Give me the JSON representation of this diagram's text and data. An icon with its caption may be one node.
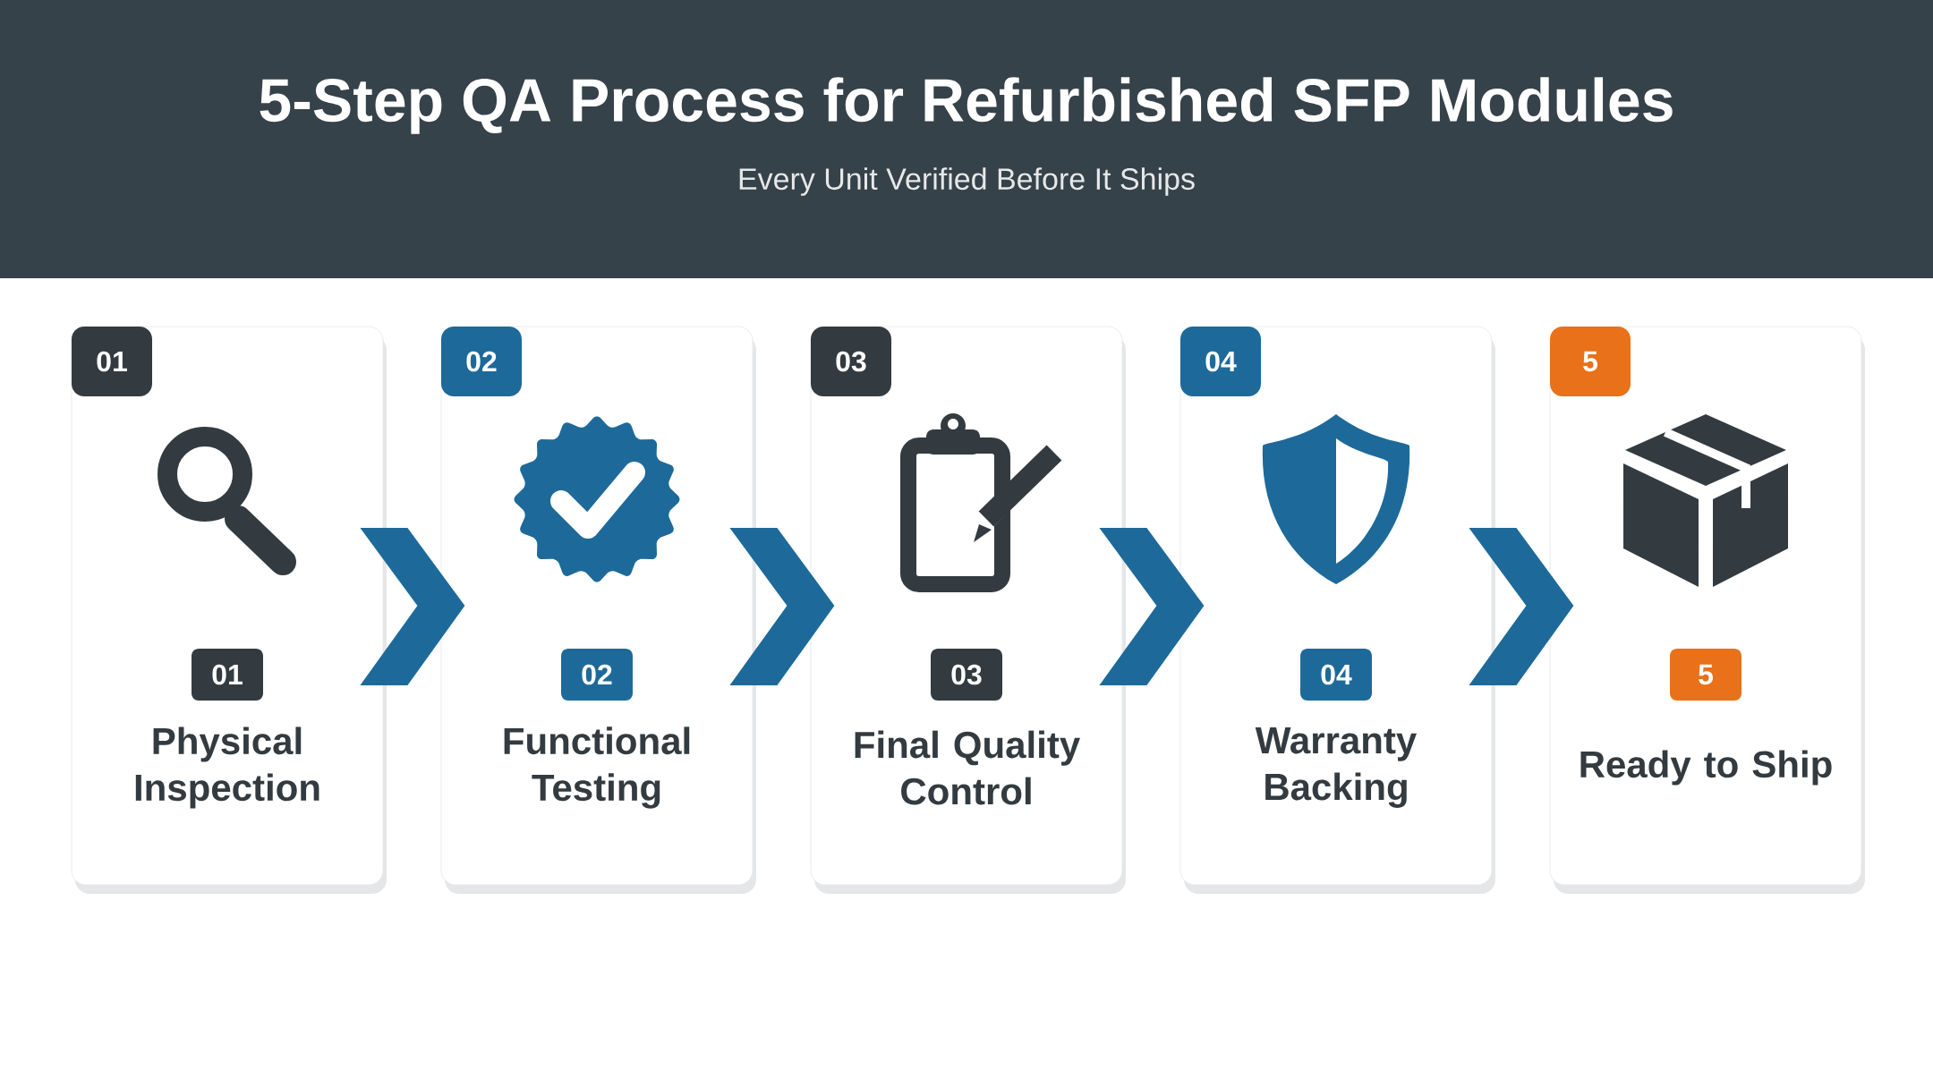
{
  "diagram": {
    "title": "5-Step QA Process for Refurbished SFP Modules",
    "nodes": [
      {
        "text": [
          "Physical Inspection"
        ]
      },
      {
        "text": [
          "01"
        ],
        "in": 0
      },
      {
        "text": [
          "01"
        ],
        "in": 0
      },
      {
        "text": [
          "Functional Testing"
        ]
      },
      {
        "text": [
          "02"
        ],
        "in": 3
      },
      {
        "text": [
          "02"
        ],
        "in": 3
      },
      {
        "text": [
          "Final Quality Control"
        ]
      },
      {
        "text": [
          "03"
        ],
        "in": 6
      },
      {
        "text": [
          "03"
        ],
        "in": 6
      },
      {
        "text": [
          "Warranty Backing"
        ]
      },
      {
        "text": [
          "04"
        ],
        "in": 9
      },
      {
        "text": [
          "04"
        ],
        "in": 9
      },
      {
        "text": [
          "Ready to Ship"
        ]
      },
      {
        "text": [
          "5"
        ],
        "in": 12
      },
      {
        "text": [
          "5"
        ],
        "in": 12
      }
    ],
    "edges": [
      {
        "from": 0,
        "to": 3,
        "arrow": "to"
      },
      {
        "from": 3,
        "to": 6,
        "arrow": "to"
      },
      {
        "from": 6,
        "to": 9,
        "arrow": "to"
      },
      {
        "from": 9,
        "to": 12,
        "arrow": "to"
      }
    ],
    "labels": [
      "Every Unit Verified Before It Ships"
    ]
  }
}
